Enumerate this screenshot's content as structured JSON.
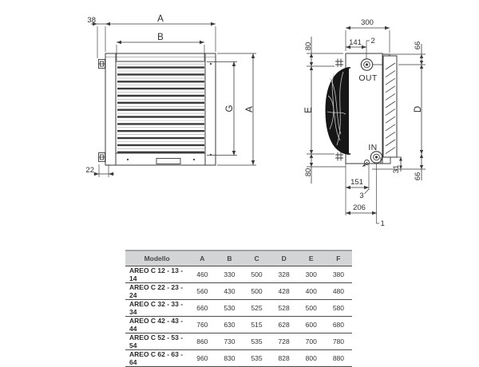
{
  "front_view": {
    "dim_38": "38",
    "dim_a_top": "A",
    "dim_b": "B",
    "dim_g": "G",
    "dim_a_right": "A",
    "dim_22": "22"
  },
  "side_view": {
    "dim_300": "300",
    "dim_141": "141",
    "ref_2": "2",
    "dim_80_top": "80",
    "dim_e": "E",
    "dim_80_bottom": "80",
    "dim_66_top": "66",
    "dim_d": "D",
    "dim_66_bottom": "66",
    "out_label": "OUT",
    "in_label": "IN",
    "dim_31": "31",
    "dim_151": "151",
    "ref_3": "3",
    "dim_206": "206",
    "ref_1": "1"
  },
  "table": {
    "headers": [
      "Modello",
      "A",
      "B",
      "C",
      "D",
      "E",
      "F"
    ],
    "rows": [
      {
        "model": "AREO C 12 - 13 - 14",
        "values": [
          "460",
          "330",
          "500",
          "328",
          "300",
          "380"
        ]
      },
      {
        "model": "AREO C 22 - 23 - 24",
        "values": [
          "560",
          "430",
          "500",
          "428",
          "400",
          "480"
        ]
      },
      {
        "model": "AREO C 32 - 33 - 34",
        "values": [
          "660",
          "530",
          "525",
          "528",
          "500",
          "580"
        ]
      },
      {
        "model": "AREO C 42 - 43 - 44",
        "values": [
          "760",
          "630",
          "515",
          "628",
          "600",
          "680"
        ]
      },
      {
        "model": "AREO C 52 - 53 - 54",
        "values": [
          "860",
          "730",
          "535",
          "728",
          "700",
          "780"
        ]
      },
      {
        "model": "AREO C 62 - 63 - 64",
        "values": [
          "960",
          "830",
          "535",
          "828",
          "800",
          "880"
        ]
      }
    ]
  },
  "colors": {
    "line": "#3a3a3c",
    "fan_fill": "#161616",
    "table_header_bg": "#d2d4d5",
    "table_header_border": "#a2a4a7",
    "table_row_border": "#4b4b4d",
    "text": "#2e2e30"
  }
}
